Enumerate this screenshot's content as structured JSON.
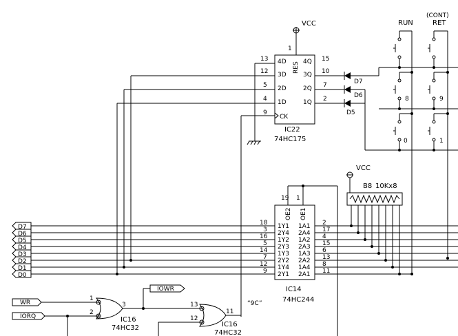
{
  "power": {
    "vcc_top": "VCC",
    "vcc_res": "VCC",
    "res_pin": "RES"
  },
  "ic22": {
    "name": "IC22",
    "part": "74HC175",
    "pins_left": [
      {
        "num": "13",
        "label": "4D"
      },
      {
        "num": "12",
        "label": "3D"
      },
      {
        "num": "5",
        "label": "2D"
      },
      {
        "num": "4",
        "label": "1D"
      },
      {
        "num": "9",
        "label": "CK"
      }
    ],
    "pins_right": [
      {
        "num": "15",
        "label": "4Q"
      },
      {
        "num": "10",
        "label": "3Q"
      },
      {
        "num": "7",
        "label": "2Q"
      },
      {
        "num": "2",
        "label": "1Q"
      }
    ],
    "pin_top": "1"
  },
  "diodes": [
    "D7",
    "D6",
    "D5"
  ],
  "switches": {
    "run_label": "RUN",
    "cont_label": "(CONT)",
    "ret_label": "RET",
    "keys": [
      "8",
      "9",
      "0",
      "1"
    ]
  },
  "resistor": {
    "name": "B8",
    "value": "10Kx8"
  },
  "ic14": {
    "name": "IC14",
    "part": "74HC244",
    "top_pins": [
      {
        "num": "19",
        "label": "OE2"
      },
      {
        "num": "1",
        "label": "OE1"
      }
    ],
    "left_pins": [
      {
        "num": "18",
        "label": "1Y1"
      },
      {
        "num": "3",
        "label": "2Y4"
      },
      {
        "num": "16",
        "label": "1Y2"
      },
      {
        "num": "5",
        "label": "2Y3"
      },
      {
        "num": "14",
        "label": "1Y3"
      },
      {
        "num": "7",
        "label": "2Y2"
      },
      {
        "num": "12",
        "label": "1Y4"
      },
      {
        "num": "9",
        "label": "2Y1"
      }
    ],
    "right_pins": [
      {
        "num": "2",
        "label": "1A1"
      },
      {
        "num": "17",
        "label": "2A4"
      },
      {
        "num": "4",
        "label": "1A2"
      },
      {
        "num": "15",
        "label": "2A3"
      },
      {
        "num": "6",
        "label": "1A3"
      },
      {
        "num": "13",
        "label": "2A2"
      },
      {
        "num": "8",
        "label": "1A4"
      },
      {
        "num": "11",
        "label": "2A1"
      }
    ]
  },
  "bus": [
    "D7",
    "D6",
    "D5",
    "D4",
    "D3",
    "D2",
    "D1",
    "D0"
  ],
  "signals": {
    "wr": "WR_",
    "iorq": "IORQ_",
    "iowr": "IOWR"
  },
  "gate1": {
    "name": "IC16",
    "part": "74HC32",
    "in1": "1",
    "in2": "2",
    "out": "3"
  },
  "gate2": {
    "name": "IC16",
    "part": "74HC32",
    "in1": "13",
    "in2": "12",
    "out": "11"
  },
  "address_note": "“9C”"
}
